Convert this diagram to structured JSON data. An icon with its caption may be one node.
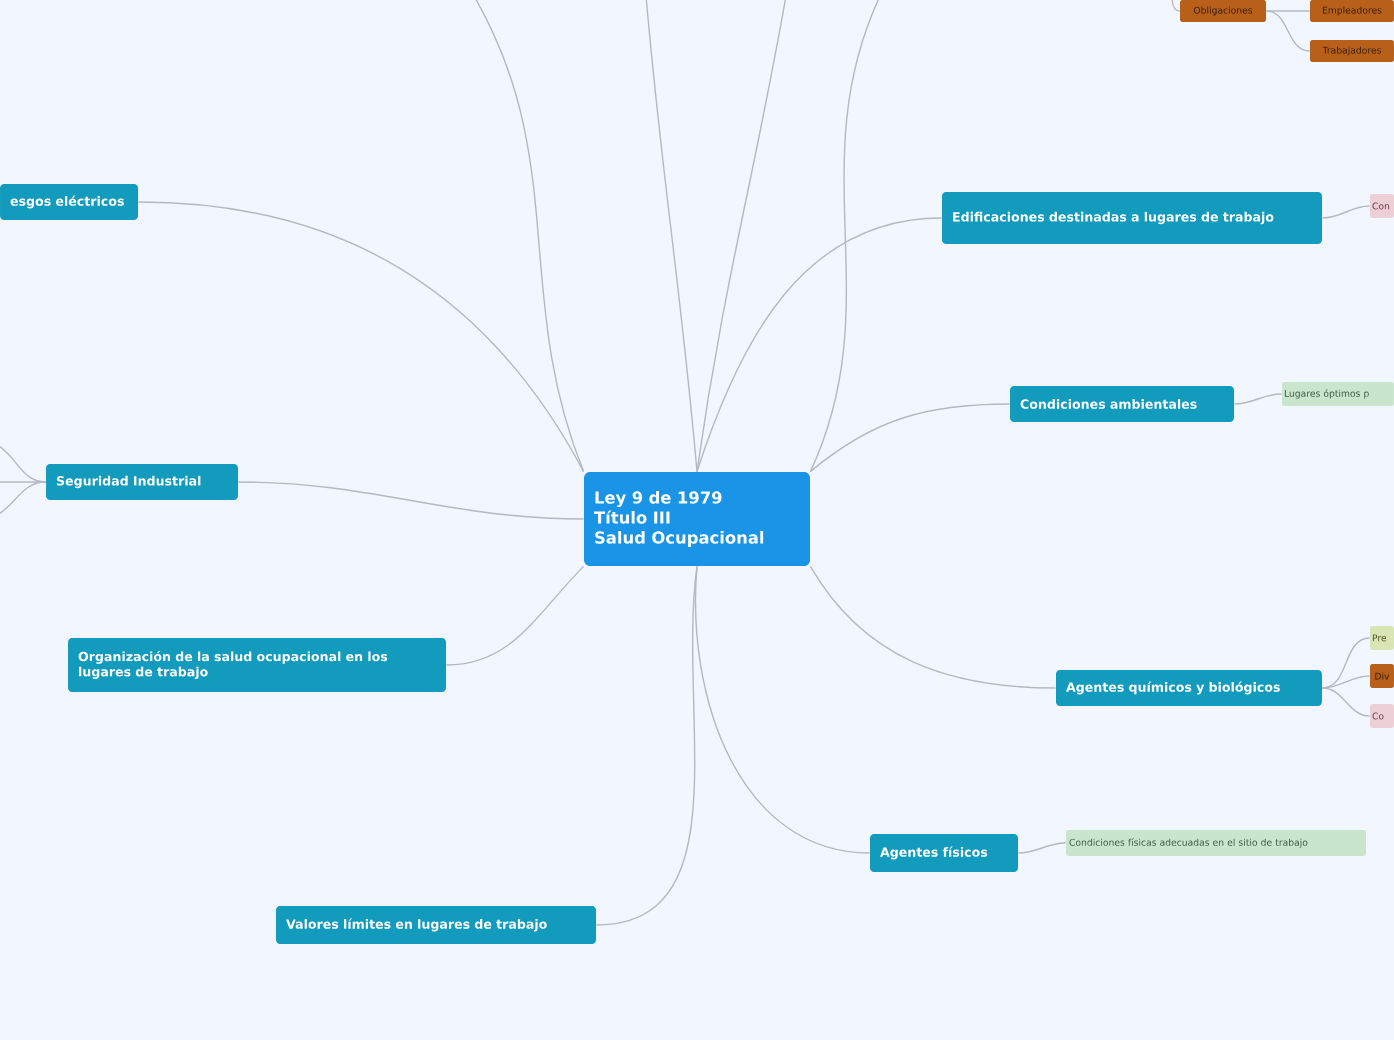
{
  "diagram": {
    "nodes": [
      {
        "text": [
          "Ley 9 de 1979",
          "Título III",
          "Salud Ocupacional"
        ]
      },
      {
        "text": [
          "esgos eléctricos"
        ]
      },
      {
        "text": [
          "Seguridad Industrial"
        ]
      },
      {
        "text": [
          "Organización de la salud ocupacional en los lugares de trabajo"
        ]
      },
      {
        "text": [
          "Valores límites en lugares de trabajo"
        ]
      },
      {
        "text": [
          "Agentes físicos"
        ]
      },
      {
        "text": [
          "Condiciones físicas adecuadas en el sitio de trabajo"
        ]
      },
      {
        "text": [
          "Agentes químicos y biológicos"
        ]
      },
      {
        "text": [
          "Pre"
        ]
      },
      {
        "text": [
          "Div"
        ]
      },
      {
        "text": [
          "Co"
        ]
      },
      {
        "text": [
          "Condiciones ambientales"
        ]
      },
      {
        "text": [
          "Lugares óptimos p"
        ]
      },
      {
        "text": [
          "Edificaciones destinadas a lugares de trabajo"
        ]
      },
      {
        "text": [
          "Con"
        ]
      },
      {
        "text": [
          "Obligaciones"
        ]
      },
      {
        "text": [
          "Empleadores"
        ]
      },
      {
        "text": [
          "Trabajadores"
        ]
      }
    ],
    "edges": [
      {
        "from": 0,
        "to": 1,
        "arrow": "none"
      },
      {
        "from": 0,
        "to": 2,
        "arrow": "none"
      },
      {
        "from": 0,
        "to": 3,
        "arrow": "none"
      },
      {
        "from": 0,
        "to": 4,
        "arrow": "none"
      },
      {
        "from": 0,
        "to": 5,
        "arrow": "none"
      },
      {
        "from": 0,
        "to": 7,
        "arrow": "none"
      },
      {
        "from": 0,
        "to": 11,
        "arrow": "none"
      },
      {
        "from": 0,
        "to": 13,
        "arrow": "none"
      },
      {
        "from": 5,
        "to": 6,
        "arrow": "none"
      },
      {
        "from": 7,
        "to": 8,
        "arrow": "none"
      },
      {
        "from": 7,
        "to": 9,
        "arrow": "none"
      },
      {
        "from": 7,
        "to": 10,
        "arrow": "none"
      },
      {
        "from": 11,
        "to": 12,
        "arrow": "none"
      },
      {
        "from": 13,
        "to": 14,
        "arrow": "none"
      },
      {
        "from": null,
        "to": 15,
        "arrow": "none"
      },
      {
        "from": 15,
        "to": 16,
        "arrow": "none"
      },
      {
        "from": 15,
        "to": 17,
        "arrow": "none"
      },
      {
        "from": 0,
        "to": null,
        "arrow": "none"
      },
      {
        "from": 0,
        "to": null,
        "arrow": "none"
      },
      {
        "from": 0,
        "to": null,
        "arrow": "none"
      },
      {
        "from": 0,
        "to": null,
        "arrow": "none"
      },
      {
        "from": 2,
        "to": null,
        "arrow": "none"
      },
      {
        "from": 2,
        "to": null,
        "arrow": "none"
      },
      {
        "from": 2,
        "to": null,
        "arrow": "none"
      }
    ]
  }
}
